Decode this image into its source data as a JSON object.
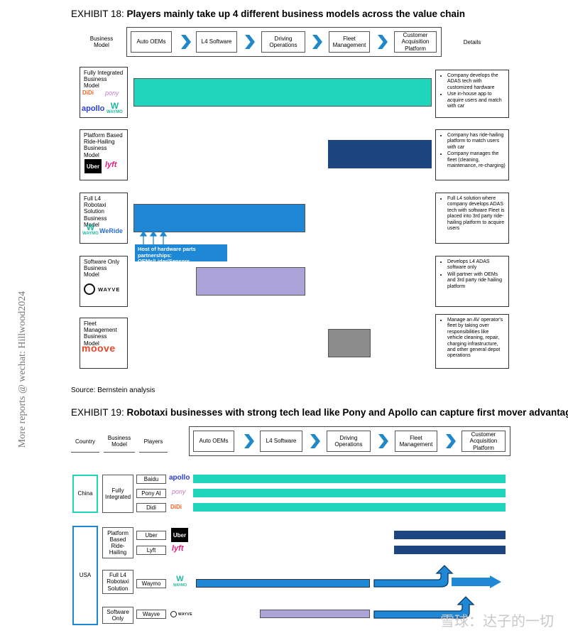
{
  "exhibit18": {
    "label": "EXHIBIT 18: ",
    "title": "Players mainly take up 4 different business models across the value chain",
    "business_model_header": "Business Model",
    "details_header": "Details",
    "chain": [
      "Auto OEMs",
      "L4 Software",
      "Driving Operations",
      "Fleet Management",
      "Customer Acquisition Platform"
    ],
    "rows": [
      {
        "name": "Fully Integrated Business Model",
        "logos": [
          "DiDi",
          "pony",
          "apollo",
          "WAYMO"
        ],
        "details": [
          "Company develops the ADAS tech with customized hardware",
          "Use in-house app to acquire users and match with car"
        ],
        "color": "#1fd6bd"
      },
      {
        "name": "Platform Based Ride-Hailing Business Model",
        "logos": [
          "Uber",
          "lyft"
        ],
        "details": [
          "Company has ride-hailing platform to match users with car",
          "Company manages the fleet (cleaning, maintenance, re-charging)"
        ],
        "color": "#1d4580"
      },
      {
        "name": "Full L4 Robotaxi Solution Business Model",
        "logos": [
          "WAYMO",
          "WeRide"
        ],
        "details": [
          "Full L4 solution where company develops ADAS tech with software Fleet is placed into 3rd party ride-hailing platform to acquire users"
        ],
        "color": "#1e88d6"
      },
      {
        "name": "Software Only Business Model",
        "logos": [
          "WAYVE"
        ],
        "details": [
          "Develops L4 ADAS software only",
          "Will partner with OEMs and 3rd party ride hailing platform"
        ],
        "color": "#aca4d8"
      },
      {
        "name": "Fleet Management Business Model",
        "logos": [
          "moove"
        ],
        "details": [
          "Manage an AV operator's fleet by taking over responsibilities like vehicle cleaning, repair, charging infrastructure, and other general depot operations"
        ],
        "color": "#8c8c8c"
      }
    ],
    "hardware_note": "Host of hardware parts partnerships: OEMs/Lidar/Sensors",
    "source": "Source: Bernstein analysis"
  },
  "exhibit19": {
    "label": "EXHIBIT 19: ",
    "title": "Robotaxi businesses with strong tech lead like Pony and Apollo can capture first mover advantage",
    "headers": [
      "Country",
      "Business Model",
      "Players"
    ],
    "chain": [
      "Auto OEMs",
      "L4 Software",
      "Driving Operations",
      "Fleet Management",
      "Customer Acquisition Platform"
    ],
    "countries": [
      "China",
      "USA"
    ],
    "models": [
      "Fully Integrated",
      "Platform Based Ride-Hailing",
      "Full L4 Robotaxi Solution",
      "Software Only"
    ],
    "players": [
      {
        "name": "Baidu",
        "logo": "apollo"
      },
      {
        "name": "Pony AI",
        "logo": "pony"
      },
      {
        "name": "Didi",
        "logo": "DiDi"
      },
      {
        "name": "Uber",
        "logo": "Uber"
      },
      {
        "name": "Lyft",
        "logo": "lyft"
      },
      {
        "name": "Waymo",
        "logo": "WAYMO"
      },
      {
        "name": "Wayve",
        "logo": "WAYVE"
      }
    ],
    "colors": {
      "teal": "#1fd6bd",
      "navy": "#1d4580",
      "blue": "#1e88d6",
      "lavender": "#aca4d8"
    }
  },
  "sidebar_text": "More reports @ wechat: Hillwood2024",
  "watermark": "雪球：达子的一切"
}
